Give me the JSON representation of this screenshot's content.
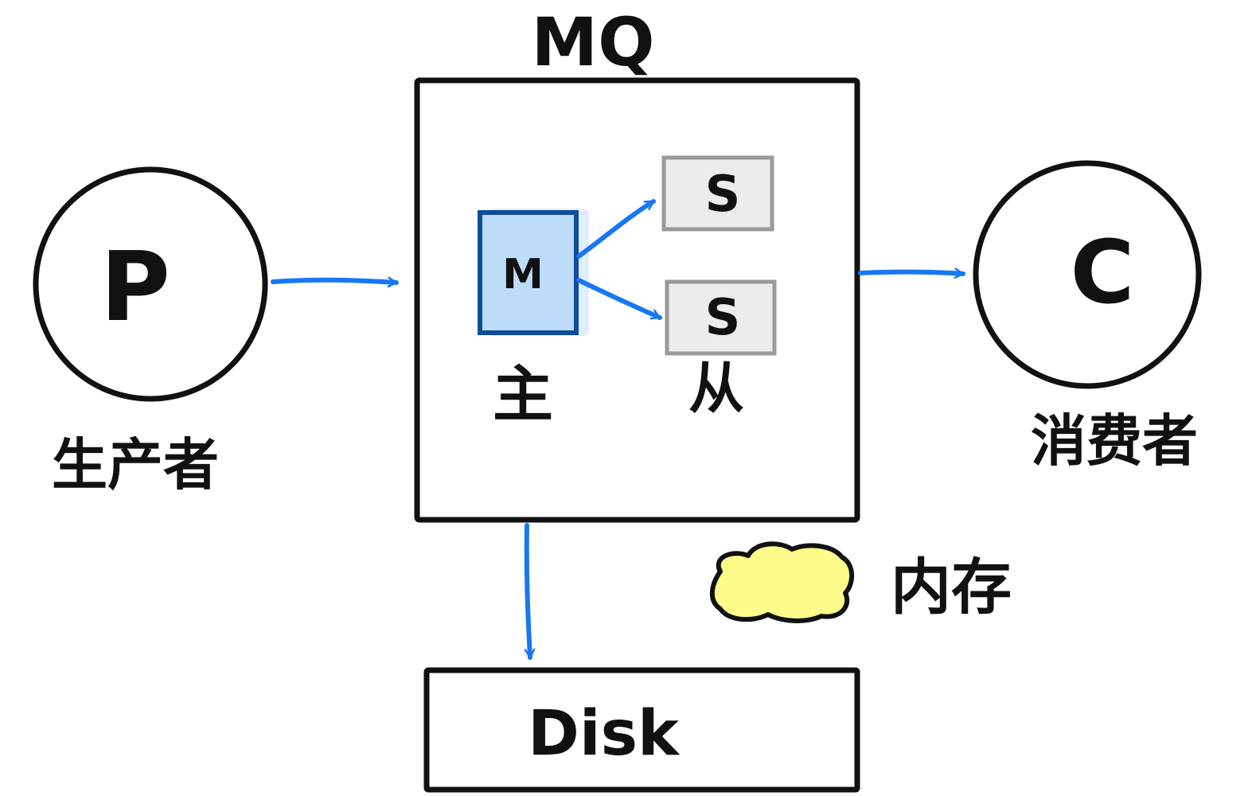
{
  "diagram": {
    "mq_title": "MQ",
    "producer": {
      "letter": "P",
      "caption": "生产者"
    },
    "consumer": {
      "letter": "C",
      "caption": "消费者"
    },
    "master": {
      "letter": "M",
      "caption": "主"
    },
    "slaves": [
      {
        "letter": "S"
      },
      {
        "letter": "S"
      }
    ],
    "slave_caption": "从",
    "disk": {
      "label": "Disk"
    },
    "memory": {
      "label": "内存"
    }
  },
  "colors": {
    "stroke": "#111111",
    "arrow": "#1877f2",
    "master_fill": "#bcdcfa",
    "master_border": "#0f4c9a",
    "slave_fill": "#ececec",
    "slave_border": "#9a9a9a",
    "memory_fill": "#fcfc8a"
  }
}
